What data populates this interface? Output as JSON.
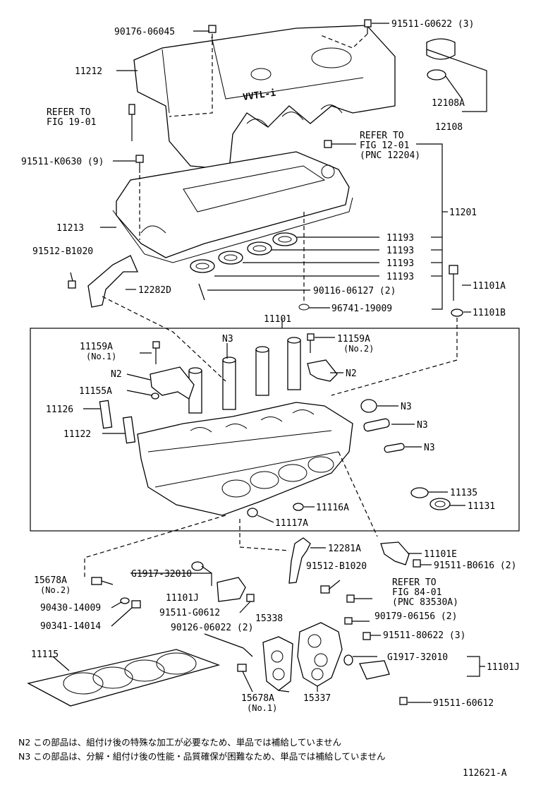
{
  "labels": {
    "l90176": "90176-06045",
    "l91511g0622": "91511-G0622 (3)",
    "l11212": "11212",
    "refer1_a": "REFER TO",
    "refer1_b": "FIG 19-01",
    "l12108a": "12108A",
    "l12108": "12108",
    "refer2_a": "REFER TO",
    "refer2_b": "FIG 12-01",
    "refer2_c": "(PNC 12204)",
    "l91511k0630": "91511-K0630 (9)",
    "l11201": "11201",
    "l11213": "11213",
    "l11193a": "11193",
    "l11193b": "11193",
    "l11193c": "11193",
    "l11193d": "11193",
    "l91512b1020a": "91512-B1020",
    "l12282d": "12282D",
    "l90116": "90116-06127 (2)",
    "l11101a": "11101A",
    "l96741": "96741-19009",
    "l11101b": "11101B",
    "l11101": "11101",
    "l11159a_1": "11159A",
    "l11159a_1s": "(No.1)",
    "n3_top": "N3",
    "l11159a_2": "11159A",
    "l11159a_2s": "(No.2)",
    "n2_left": "N2",
    "n2_right": "N2",
    "l11155a": "11155A",
    "l11126": "11126",
    "n3_a": "N3",
    "n3_b": "N3",
    "l11122": "11122",
    "n3_c": "N3",
    "l11135": "11135",
    "l11131": "11131",
    "l11116a": "11116A",
    "l11117a": "11117A",
    "l12281a": "12281A",
    "l11101e": "11101E",
    "l15678a2": "15678A",
    "l15678a2s": "(No.2)",
    "lg1917a": "G1917-32010",
    "l11101j_a": "11101J",
    "l91512b1020b": "91512-B1020",
    "l91511b0616": "91511-B0616 (2)",
    "refer3_a": "REFER TO",
    "refer3_b": "FIG 84-01",
    "refer3_c": "(PNC 83530A)",
    "l90430": "90430-14009",
    "l91511g0612": "91511-G0612",
    "l90179": "90179-06156 (2)",
    "l90341": "90341-14014",
    "l15338": "15338",
    "l90126": "90126-06022 (2)",
    "l91511_80622": "91511-80622 (3)",
    "l11115": "11115",
    "lg1917b": "G1917-32010",
    "l11101j_b": "11101J",
    "l15678a1": "15678A",
    "l15678a1s": "(No.1)",
    "l15337": "15337",
    "l91511_60612": "91511-60612",
    "logo_text": "VVTL-i"
  },
  "notes": {
    "n2": "N2  この部品は、組付け後の特殊な加工が必要なため、単品では補給していません",
    "n3": "N3  この部品は、分解・組付け後の性能・品質確保が困難なため、単品では補給していません"
  },
  "figure_id": "112621-A"
}
